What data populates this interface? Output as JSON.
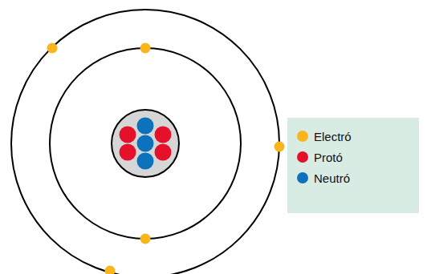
{
  "diagram": {
    "legend": [
      {
        "text": "Electró",
        "color": "#f9b51c"
      },
      {
        "text": "Protó",
        "color": "#e5112b"
      },
      {
        "text": "Neutró",
        "color": "#0b72bb"
      }
    ]
  }
}
